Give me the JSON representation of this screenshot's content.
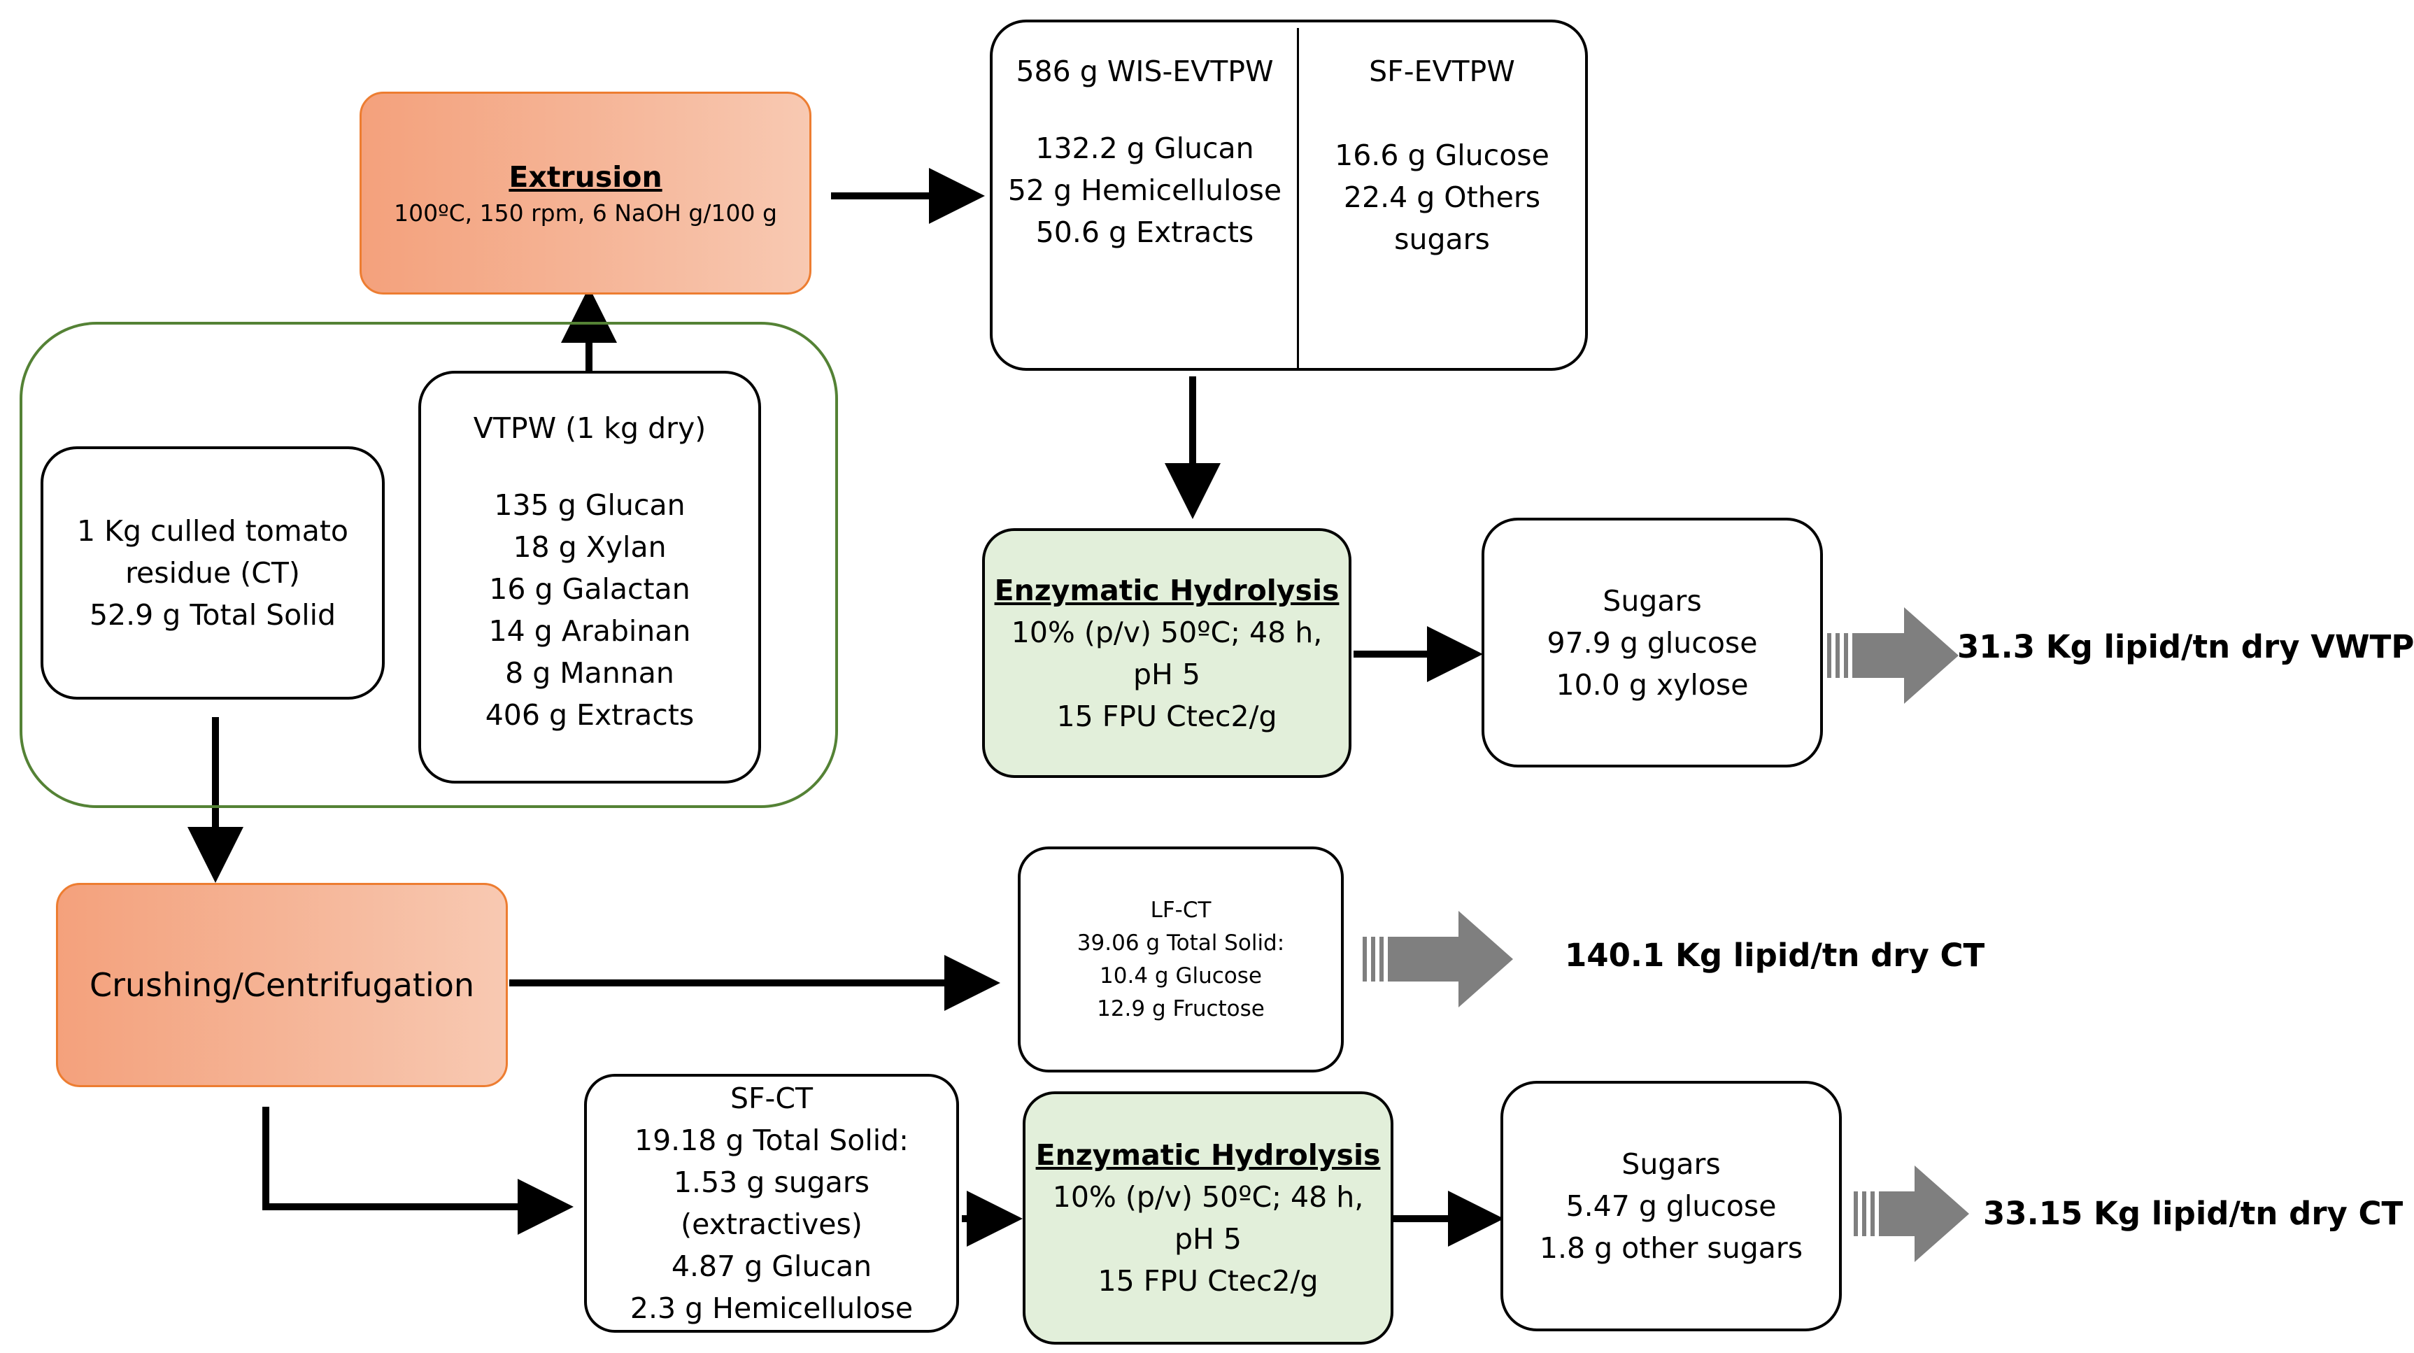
{
  "extrusion": {
    "title": "Extrusion",
    "conditions": "100ºC, 150 rpm, 6 NaOH g/100 g"
  },
  "wis_sf_box": {
    "wis": {
      "header": "586 g WIS-EVTPW",
      "lines": [
        "132.2 g Glucan",
        "52 g Hemicellulose",
        "50.6 g Extracts"
      ]
    },
    "sf": {
      "header": "SF-EVTPW",
      "lines": [
        "16.6 g Glucose",
        "22.4 g Others",
        "sugars"
      ]
    }
  },
  "ct_box": {
    "lines": [
      "1 Kg culled tomato",
      "residue (CT)",
      "52.9 g Total Solid"
    ]
  },
  "vtpw_box": {
    "header": "VTPW (1 kg dry)",
    "lines": [
      "135 g Glucan",
      "18 g Xylan",
      "16 g Galactan",
      "14 g Arabinan",
      "8 g Mannan",
      "406 g  Extracts"
    ]
  },
  "enzymatic_top": {
    "title": "Enzymatic Hydrolysis",
    "lines": [
      "10% (p/v) 50ºC; 48 h,",
      "pH 5",
      "15 FPU Ctec2/g"
    ]
  },
  "sugars_top": {
    "lines": [
      "Sugars",
      "97.9  g glucose",
      "10.0 g xylose"
    ]
  },
  "result_top": "31.3 Kg lipid/tn dry VWTP",
  "crushing": {
    "title": "Crushing/Centrifugation"
  },
  "lf_ct": {
    "lines": [
      "LF-CT",
      "39.06  g  Total Solid:",
      "10.4  g   Glucose",
      "12.9 g Fructose"
    ]
  },
  "result_mid": "140.1 Kg lipid/tn dry  CT",
  "sf_ct": {
    "lines": [
      "SF-CT",
      "19.18 g Total Solid:",
      "1.53 g sugars",
      "(extractives)",
      "4.87 g  Glucan",
      "2.3 g Hemicellulose"
    ]
  },
  "enzymatic_bottom": {
    "title": "Enzymatic Hydrolysis",
    "lines": [
      "10% (p/v) 50ºC; 48 h,",
      "pH 5",
      "15 FPU Ctec2/g"
    ]
  },
  "sugars_bottom": {
    "lines": [
      "Sugars",
      "5.47 g glucose",
      "1.8  g other sugars"
    ]
  },
  "result_bottom": "33.15 Kg lipid/tn dry CT",
  "colors": {
    "process_border": "#ed7d31",
    "process_fill_start": "#f4a17c",
    "process_fill_end": "#f8c9b2",
    "enzymatic_fill": "#e2efda",
    "group_border": "#548235",
    "big_arrow": "#7f7f7f"
  }
}
